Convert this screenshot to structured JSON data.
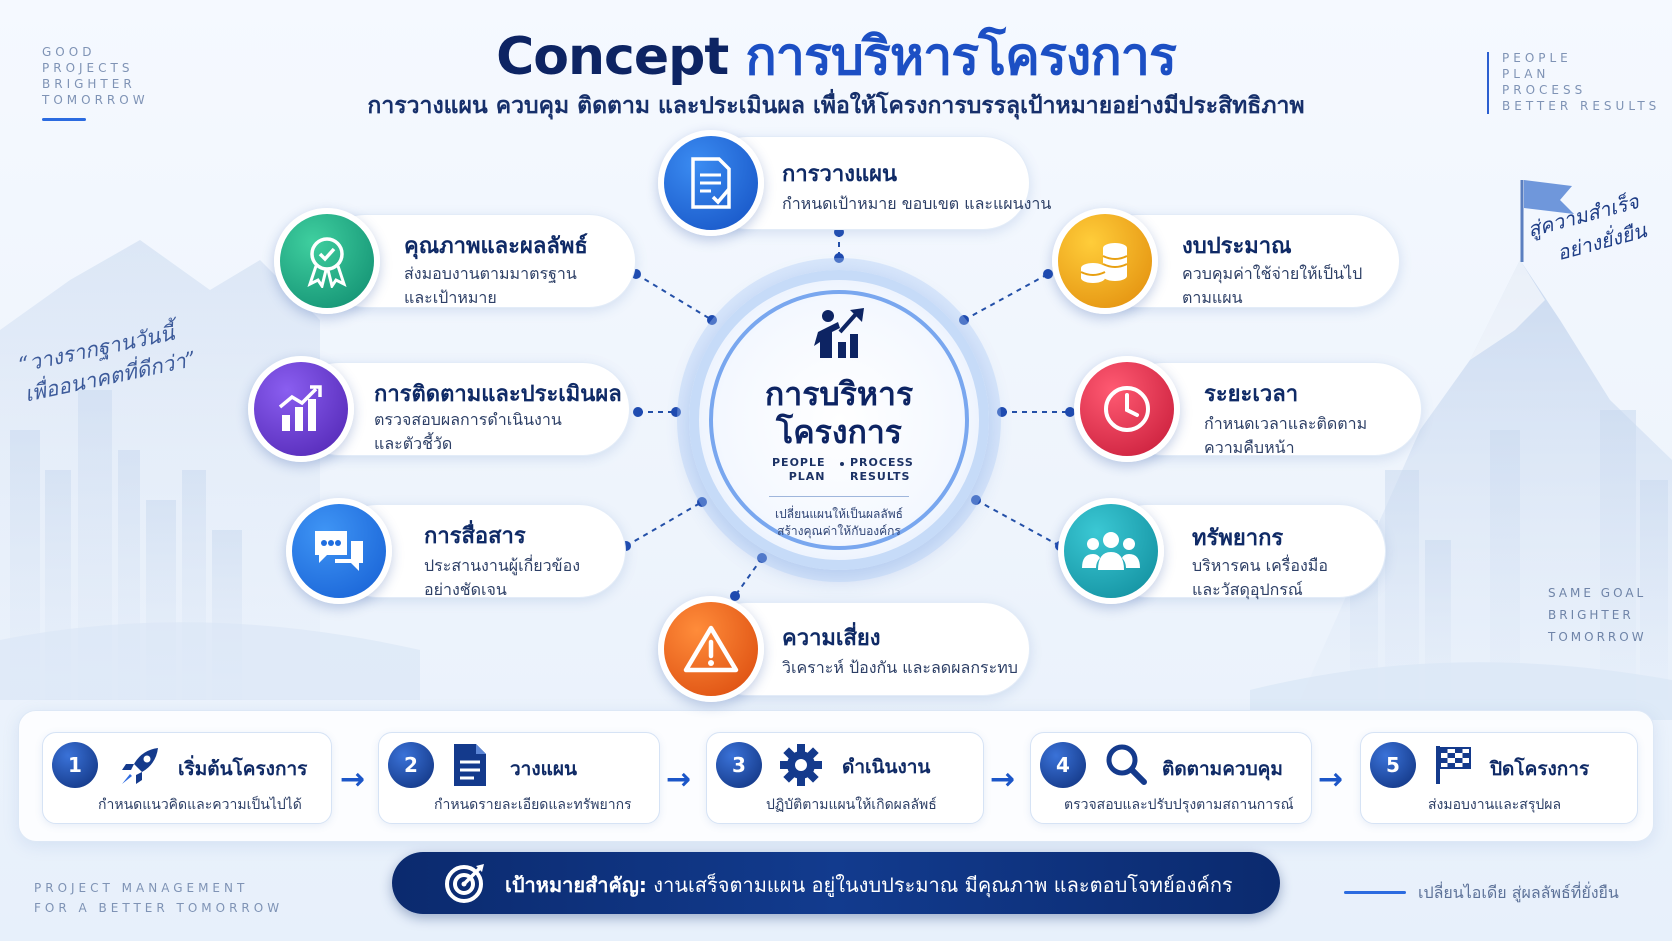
{
  "header": {
    "title_en": "Concept",
    "title_th": "การบริหารโครงการ",
    "subtitle": "การวางแผน ควบคุม ติดตาม และประเมินผล เพื่อให้โครงการบรรลุเป้าหมายอย่างมีประสิทธิภาพ",
    "corner_left": "GOOD\nPROJECTS\nBRIGHTER\nTOMORROW",
    "corner_right": "PEOPLE\nPLAN\nPROCESS\nBETTER RESULTS"
  },
  "quotes": {
    "left": "“วางรากฐานวันนี้\nเพื่ออนาคตที่ดีกว่า”",
    "right": "สู่ความสำเร็จ\nอย่างยั่งยืน"
  },
  "center": {
    "title": "การบริหาร\nโครงการ",
    "ppp_left": "PEOPLE\nPLAN",
    "ppp_right": "PROCESS\nRESULTS",
    "footer": "เปลี่ยนแผนให้เป็นผลลัพธ์\nสร้างคุณค่าให้กับองค์กร"
  },
  "cards": {
    "planning": {
      "title": "การวางแผน",
      "desc": "กำหนดเป้าหมาย ขอบเขต และแผนงาน",
      "icon": "document-check-icon",
      "color": "#1f6ee0"
    },
    "quality": {
      "title": "คุณภาพและผลลัพธ์",
      "desc": "ส่งมอบงานตามมาตรฐาน\nและเป้าหมาย",
      "icon": "award-badge-icon",
      "color": "#16a884"
    },
    "monitoring": {
      "title": "การติดตามและประเมินผล",
      "desc": "ตรวจสอบผลการดำเนินงาน\nและตัวชี้วัด",
      "icon": "chart-growth-icon",
      "color": "#6a3fd0"
    },
    "communication": {
      "title": "การสื่อสาร",
      "desc": "ประสานงานผู้เกี่ยวข้อง\nอย่างชัดเจน",
      "icon": "chat-bubbles-icon",
      "color": "#1f7ae8"
    },
    "budget": {
      "title": "งบประมาณ",
      "desc": "ควบคุมค่าใช้จ่ายให้เป็นไป\nตามแผน",
      "icon": "coins-icon",
      "color": "#f0a81a"
    },
    "timeline": {
      "title": "ระยะเวลา",
      "desc": "กำหนดเวลาและติดตาม\nความคืบหน้า",
      "icon": "clock-icon",
      "color": "#e0304f"
    },
    "resources": {
      "title": "ทรัพยากร",
      "desc": "บริหารคน เครื่องมือ\nและวัสดุอุปกรณ์",
      "icon": "team-icon",
      "color": "#1aa6b6"
    },
    "risk": {
      "title": "ความเสี่ยง",
      "desc": "วิเคราะห์ ป้องกัน และลดผลกระทบ",
      "icon": "warning-icon",
      "color": "#f06a1c"
    }
  },
  "steps": [
    {
      "num": "1",
      "title": "เริ่มต้นโครงการ",
      "desc": "กำหนดแนวคิดและความเป็นไปได้",
      "icon": "rocket-icon"
    },
    {
      "num": "2",
      "title": "วางแผน",
      "desc": "กำหนดรายละเอียดและทรัพยากร",
      "icon": "document-icon"
    },
    {
      "num": "3",
      "title": "ดำเนินงาน",
      "desc": "ปฏิบัติตามแผนให้เกิดผลลัพธ์",
      "icon": "gear-icon"
    },
    {
      "num": "4",
      "title": "ติดตามควบคุม",
      "desc": "ตรวจสอบและปรับปรุงตามสถานการณ์",
      "icon": "magnifier-icon"
    },
    {
      "num": "5",
      "title": "ปิดโครงการ",
      "desc": "ส่งมอบงานและสรุปผล",
      "icon": "finish-flag-icon"
    }
  ],
  "goal": {
    "label": "เป้าหมายสำคัญ:",
    "text": "งานเสร็จตามแผน อยู่ในงบประมาณ มีคุณภาพ และตอบโจทย์องค์กร",
    "icon": "target-icon"
  },
  "footer": {
    "left": "PROJECT MANAGEMENT\nFOR A BETTER TOMORROW",
    "right": "เปลี่ยนไอเดีย สู่ผลลัพธ์ที่ยั่งยืน",
    "same_goal": "SAME GOAL\nBRIGHTER\nTOMORROW"
  }
}
